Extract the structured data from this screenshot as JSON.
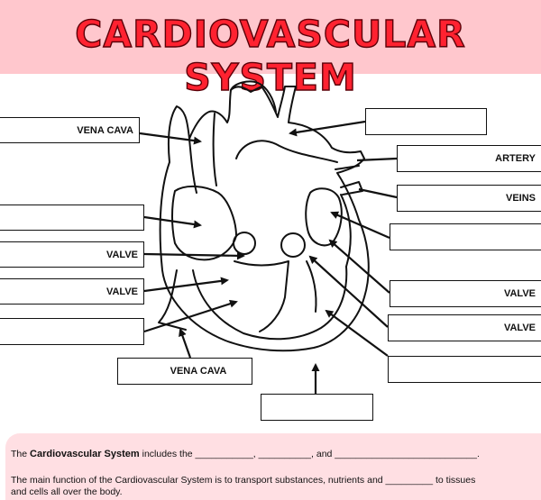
{
  "title": "CARDIOVASCULAR SYSTEM",
  "labels": {
    "vena_cava_top": "VENA CAVA",
    "valve_left_1": "VALVE",
    "valve_left_2": "VALVE",
    "vena_cava_bottom": "VENA CAVA",
    "artery": "ARTERY",
    "veins": "VEINS",
    "valve_right_1": "VALVE",
    "valve_right_2": "VALVE"
  },
  "info": {
    "line1_prefix": "The ",
    "line1_bold": "Cardiovascular System",
    "line1_rest": " includes the ___________, __________, and ___________________________.",
    "line2": "The main function of the Cardiovascular System is to transport substances, nutrients and _________ to tissues",
    "line3": "and cells all over the body."
  },
  "colors": {
    "title_fill": "#ff2230",
    "title_band": "#ffc7cd",
    "info_panel": "#ffdfe3"
  }
}
